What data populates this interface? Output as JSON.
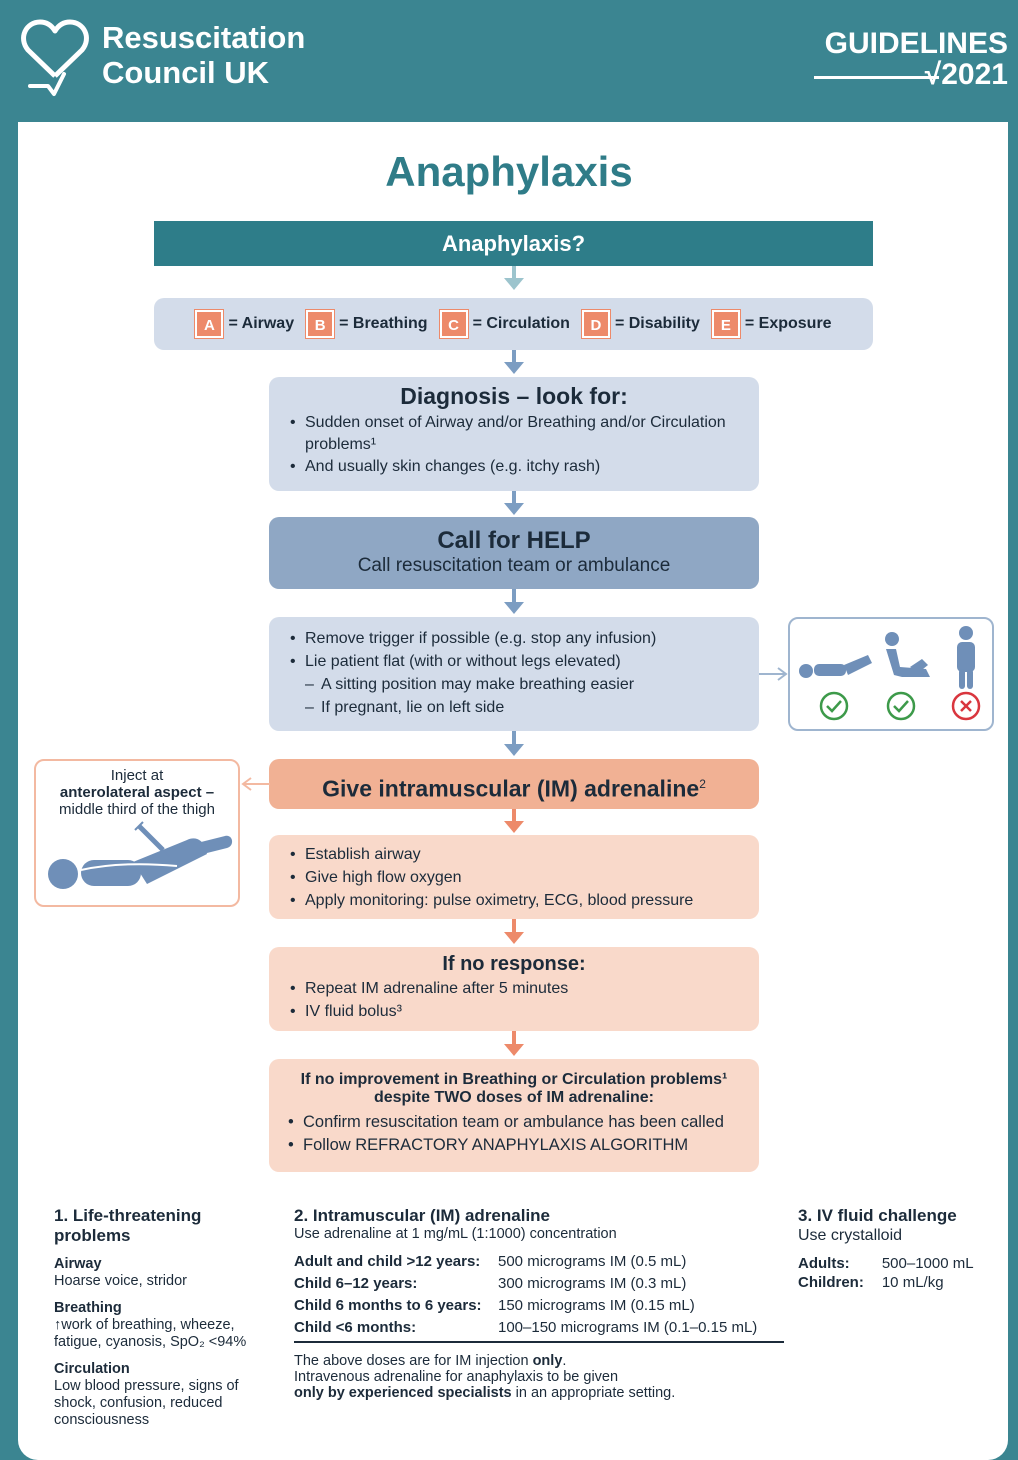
{
  "header": {
    "org_line1": "Resuscitation",
    "org_line2": "Council UK",
    "guidelines": "GUIDELINES",
    "year": "2021",
    "brand_color": "#3b8591"
  },
  "title": "Anaphylaxis",
  "question": "Anaphylaxis?",
  "abcde": [
    {
      "letter": "A",
      "label": "= Airway"
    },
    {
      "letter": "B",
      "label": "= Breathing"
    },
    {
      "letter": "C",
      "label": "= Circulation"
    },
    {
      "letter": "D",
      "label": "= Disability"
    },
    {
      "letter": "E",
      "label": "= Exposure"
    }
  ],
  "diagnosis": {
    "heading": "Diagnosis – look for:",
    "items": [
      "Sudden onset of Airway and/or Breathing and/or Circulation problems¹",
      "And usually skin changes (e.g. itchy rash)"
    ]
  },
  "help": {
    "heading": "Call for HELP",
    "text": "Call resuscitation team or ambulance"
  },
  "actions": {
    "items": [
      "Remove trigger if possible (e.g. stop any infusion)",
      "Lie patient flat (with or without legs elevated)"
    ],
    "subitems": [
      "A sitting position may make breathing easier",
      "If pregnant, lie on left side"
    ]
  },
  "positions": [
    "lying-flat-legs-raised-ok",
    "sitting-ok",
    "standing-not-ok"
  ],
  "adrenaline": {
    "heading": "Give intramuscular (IM) adrenaline",
    "ref": "2"
  },
  "inject": {
    "line1": "Inject at",
    "line2": "anterolateral aspect –",
    "line3": "middle third of the thigh"
  },
  "establish": {
    "items": [
      "Establish airway",
      "Give high flow oxygen",
      "Apply monitoring: pulse oximetry, ECG, blood pressure"
    ]
  },
  "no_response": {
    "heading": "If no response:",
    "items": [
      "Repeat IM adrenaline after 5 minutes",
      "IV fluid bolus³"
    ]
  },
  "no_improvement": {
    "heading_line1": "If no improvement in Breathing or Circulation problems¹",
    "heading_line2": "despite TWO doses of IM adrenaline:",
    "items": [
      "Confirm resuscitation team or ambulance has been called",
      "Follow REFRACTORY ANAPHYLAXIS ALGORITHM"
    ]
  },
  "footnote1": {
    "heading": "1. Life-threatening problems",
    "airway_label": "Airway",
    "airway_text": "Hoarse voice, stridor",
    "breathing_label": "Breathing",
    "breathing_text": "↑work of breathing, wheeze, fatigue, cyanosis, SpO₂ <94%",
    "circulation_label": "Circulation",
    "circulation_text": "Low blood pressure, signs of shock, confusion, reduced consciousness"
  },
  "footnote2": {
    "heading": "2. Intramuscular (IM) adrenaline",
    "subheading": "Use adrenaline at 1 mg/mL (1:1000) concentration",
    "doses": [
      {
        "group": "Adult and child >12 years:",
        "dose": "500 micrograms IM (0.5 mL)"
      },
      {
        "group": "Child 6–12 years:",
        "dose": "300 micrograms IM (0.3 mL)"
      },
      {
        "group": "Child 6 months to 6 years:",
        "dose": "150 micrograms IM (0.15 mL)"
      },
      {
        "group": "Child <6 months:",
        "dose": "100–150 micrograms IM (0.1–0.15 mL)"
      }
    ],
    "note1_a": "The above doses are for IM injection ",
    "note1_b": "only",
    "note1_c": ".",
    "note2": "Intravenous adrenaline for anaphylaxis to be given",
    "note3_a": "only by experienced specialists",
    "note3_b": " in an appropriate setting."
  },
  "footnote3": {
    "heading": "3. IV fluid challenge",
    "subheading": "Use crystalloid",
    "adults_label": "Adults:",
    "adults_value": "500–1000 mL",
    "children_label": "Children:",
    "children_value": "10 mL/kg"
  },
  "colors": {
    "teal": "#2e7d89",
    "light_blue": "#d3dcea",
    "mid_blue": "#8fa7c4",
    "arrow_blue": "#7c9dc2",
    "peach": "#f9d9ca",
    "peach_dark": "#f1b194",
    "orange": "#ed8a6a",
    "green_check": "#3d9a4a",
    "red_cross": "#d9363e"
  }
}
